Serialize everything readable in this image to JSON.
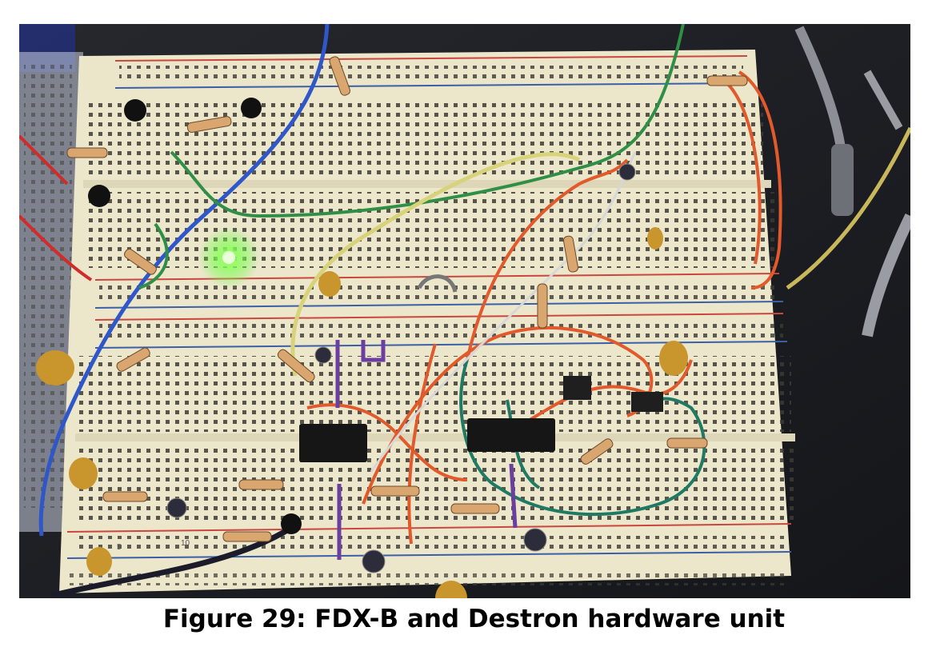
{
  "figure": {
    "caption": "Figure 29: FDX-B and Destron hardware unit",
    "photo_subject": "breadboard-circuit",
    "breadboard_numbers": [
      "5",
      "10"
    ]
  },
  "colors": {
    "board": "#e9e3c8",
    "rail_red": "#c8473f",
    "rail_blue": "#3c5fa6",
    "wire_blue": "#2f57c9",
    "wire_green": "#2f8f46",
    "wire_yellow": "#d8d27a",
    "wire_orange": "#e2592b",
    "wire_teal": "#1f7a63",
    "wire_purple": "#6b3fa0",
    "led_green": "#7dff5a"
  }
}
